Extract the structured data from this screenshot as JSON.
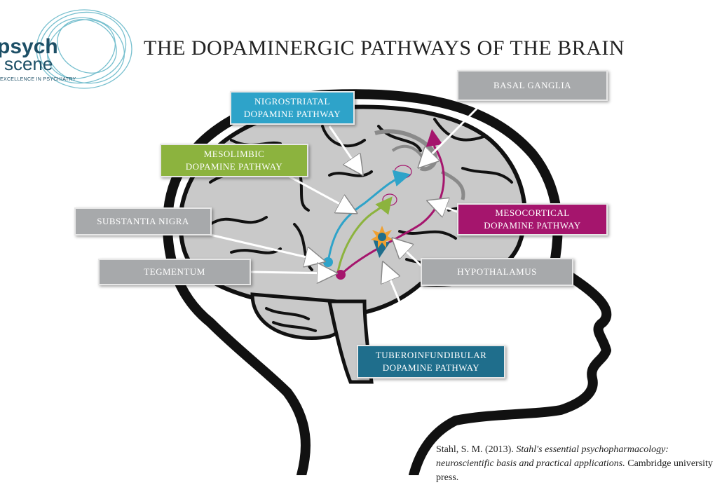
{
  "logo": {
    "line1": "psych",
    "line2": "scene",
    "tagline": "EXCELLENCE IN PSYCHIATRY"
  },
  "title": "THE DOPAMINERGIC PATHWAYS  OF THE BRAIN",
  "labels": {
    "nigrostriatal": [
      "NIGROSTRIATAL",
      "DOPAMINE PATHWAY"
    ],
    "basal_ganglia": "BASAL GANGLIA",
    "mesolimbic": [
      "MESOLIMBIC",
      "DOPAMINE PATHWAY"
    ],
    "substantia_nigra": "SUBSTANTIA NIGRA",
    "mesocortical": [
      "MESOCORTICAL",
      "DOPAMINE PATHWAY"
    ],
    "tegmentum": "TEGMENTUM",
    "hypothalamus": "HYPOTHALAMUS",
    "tuberoinfundibular": [
      "TUBEROINFUNDIBULAR",
      "DOPAMINE PATHWAY"
    ]
  },
  "citation": {
    "author": "Stahl, S. M. (2013). ",
    "book": "Stahl's essential psychopharmacology: neuroscientific basis and practical applications.",
    "publisher": " Cambridge university press."
  },
  "colors": {
    "nigrostriatal": "#2ea3c9",
    "mesolimbic": "#8cb33e",
    "mesocortical": "#a5156d",
    "tuberoinfundibular": "#1f6e8c",
    "gray_label": "#a7a9ab",
    "brain": "#c9c9c9"
  }
}
